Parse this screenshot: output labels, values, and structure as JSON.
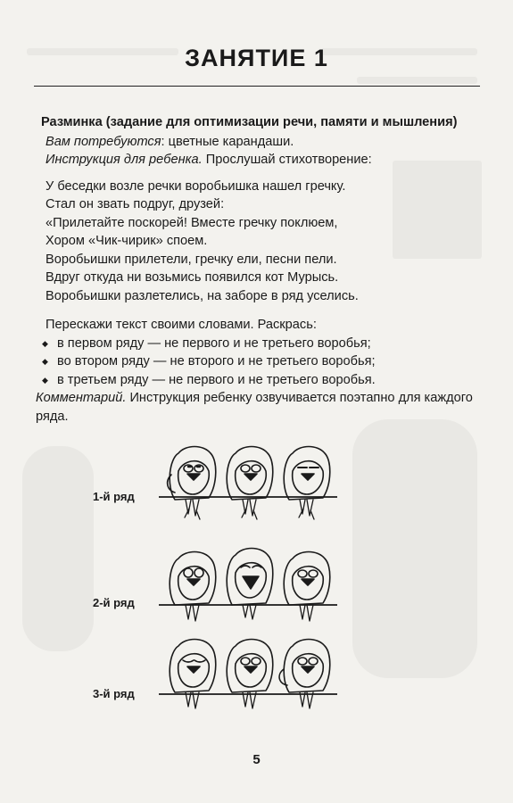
{
  "page_title": "ЗАНЯТИЕ 1",
  "warmup": {
    "heading": "Разминка (задание для оптимизации речи, памяти и мышления)",
    "materials_label": "Вам потребуются",
    "materials_value": ": цветные карандаши.",
    "instruction_label": "Инструкция для ребенка.",
    "instruction_value": " Прослушай стихотворение:"
  },
  "poem": [
    "У беседки возле речки воробьишка нашел гречку.",
    "Стал он звать подруг, друзей:",
    "«Прилетайте поскорей! Вместе гречку поклюем,",
    "Хором «Чик-чирик» споем.",
    "Воробьишки прилетели, гречку ели, песни пели.",
    "Вдруг откуда ни возьмись появился кот Мурысь.",
    "Воробьишки разлетелись, на заборе в ряд уселись."
  ],
  "task_intro": "Перескажи текст своими словами.  Раскрась:",
  "tasks": [
    "в первом ряду — не первого и не третьего воробья;",
    "во втором ряду — не второго и не третьего воробья;",
    "в третьем ряду — не первого и не третьего воробья."
  ],
  "comment_label": "Комментарий.",
  "comment_value": " Инструкция ребенку озвучивается поэтапно для каждого ряда.",
  "rows": [
    {
      "label": "1-й ряд"
    },
    {
      "label": "2-й ряд"
    },
    {
      "label": "3-й ряд"
    }
  ],
  "page_number": "5",
  "colors": {
    "ink": "#1a1a1a",
    "paper": "#f3f2ee",
    "ghost": "#e9e8e4"
  }
}
